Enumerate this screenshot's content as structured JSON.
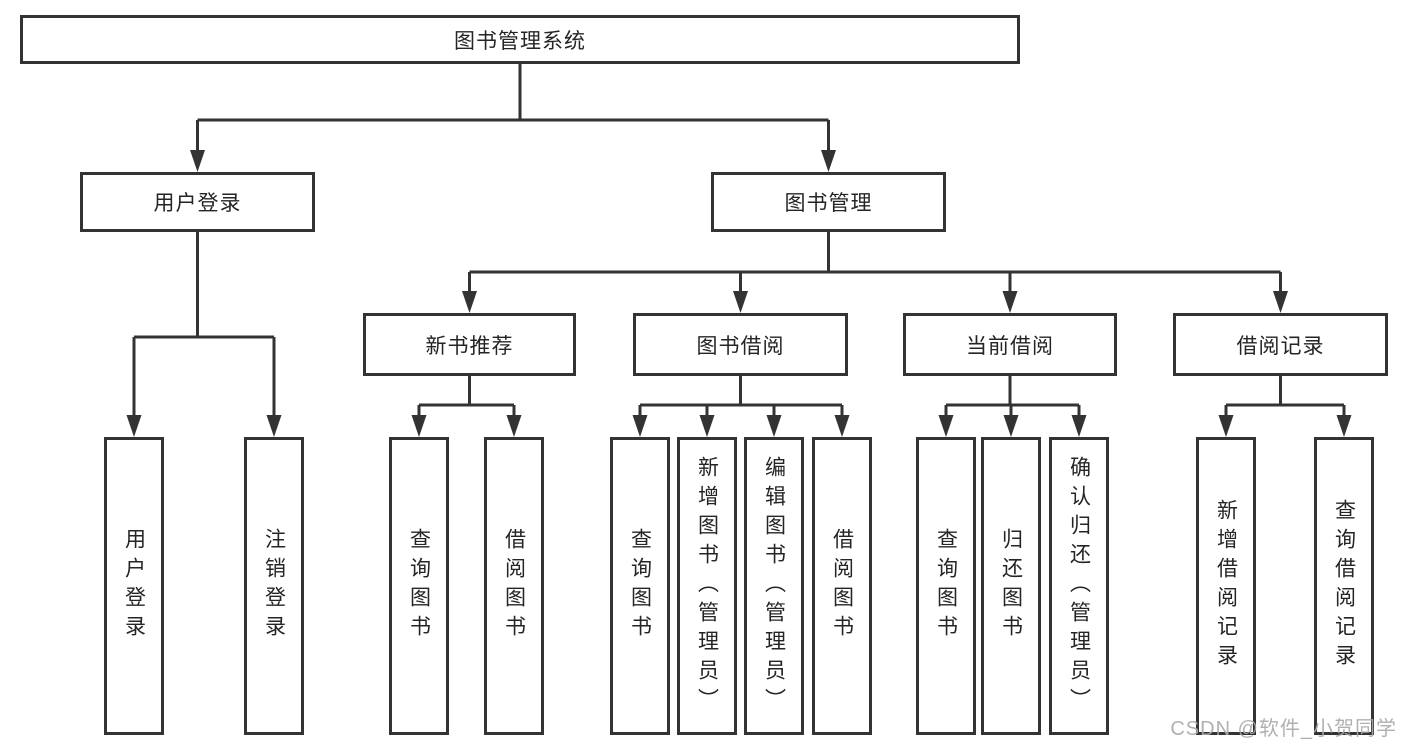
{
  "colors": {
    "line": "#333333",
    "text": "#252525",
    "box_bg": "#ffffff",
    "watermark": "#aaaaaa"
  },
  "tree": {
    "label": "图书管理系统",
    "children": [
      {
        "label": "用户登录",
        "children": [
          {
            "label": "用户登录"
          },
          {
            "label": "注销登录"
          }
        ]
      },
      {
        "label": "图书管理",
        "children": [
          {
            "label": "新书推荐",
            "children": [
              {
                "label": "查询图书"
              },
              {
                "label": "借阅图书"
              }
            ]
          },
          {
            "label": "图书借阅",
            "children": [
              {
                "label": "查询图书"
              },
              {
                "label": "新增图书（管理员）"
              },
              {
                "label": "编辑图书（管理员）"
              },
              {
                "label": "借阅图书"
              }
            ]
          },
          {
            "label": "当前借阅",
            "children": [
              {
                "label": "查询图书"
              },
              {
                "label": "归还图书"
              },
              {
                "label": "确认归还（管理员）"
              }
            ]
          },
          {
            "label": "借阅记录",
            "children": [
              {
                "label": "新增借阅记录"
              },
              {
                "label": "查询借阅记录"
              }
            ]
          }
        ]
      }
    ]
  },
  "watermark": "CSDN @软件_小贺同学"
}
